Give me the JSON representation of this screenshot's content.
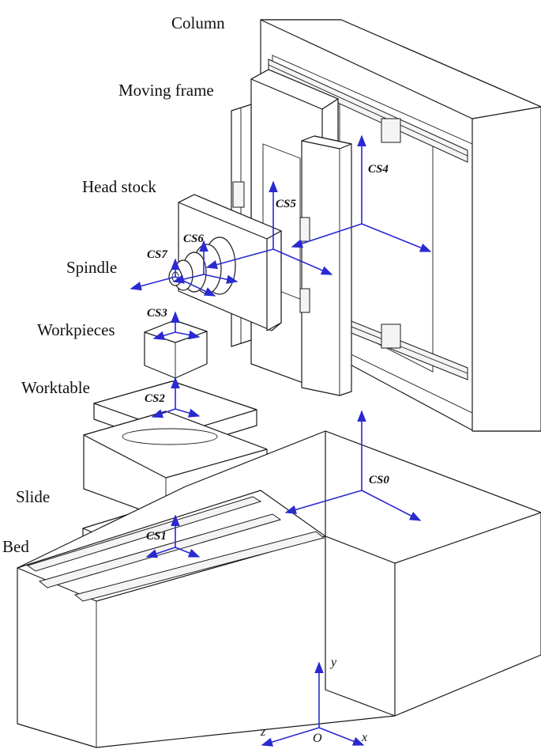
{
  "labels": {
    "column": "Column",
    "moving_frame": "Moving frame",
    "head_stock": "Head stock",
    "spindle": "Spindle",
    "workpieces": "Workpieces",
    "worktable": "Worktable",
    "slide": "Slide",
    "bed": "Bed"
  },
  "frames": {
    "cs0": "CS0",
    "cs1": "CS1",
    "cs2": "CS2",
    "cs3": "CS3",
    "cs4": "CS4",
    "cs5": "CS5",
    "cs6": "CS6",
    "cs7": "CS7"
  },
  "origin_axes": {
    "x": "x",
    "y": "y",
    "z": "z",
    "origin": "O"
  },
  "colors": {
    "axis": "#2a2ad0",
    "line": "#1a1a1a"
  }
}
